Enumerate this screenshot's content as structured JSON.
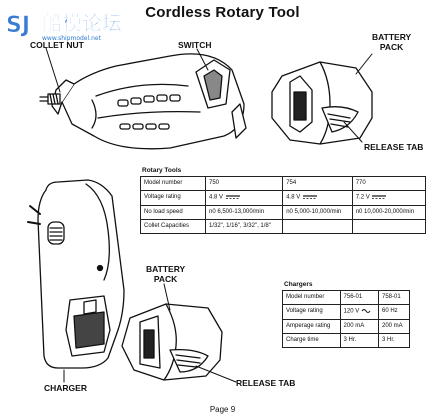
{
  "title": "Cordless Rotary Tool",
  "watermark": {
    "text": "船模论坛",
    "url": "www.shipmodel.net"
  },
  "callouts": {
    "collet_nut": "COLLET NUT",
    "switch": "SWITCH",
    "battery_pack_top": [
      "BATTERY",
      "PACK"
    ],
    "release_tab_top": "RELEASE TAB",
    "battery_pack_bottom": [
      "BATTERY",
      "PACK"
    ],
    "charger": "CHARGER",
    "release_tab_bottom": "RELEASE TAB"
  },
  "rotary_tools": {
    "title": "Rotary Tools",
    "rows": [
      {
        "label": "Model number",
        "values": [
          "750",
          "754",
          "770"
        ]
      },
      {
        "label": "Voltage rating",
        "values": [
          "4.8 V",
          "4.8 V",
          "7.2 V"
        ],
        "symbol": "dc-symbol"
      },
      {
        "label": "No load speed",
        "values": [
          "n0 6,500-13,000/min",
          "n0 5,000-10,000/min",
          "n0 10,000-20,000/min"
        ]
      },
      {
        "label": "Collet Capacities",
        "values": [
          "1/32\", 1/16\", 3/32\", 1/8\"",
          "",
          ""
        ]
      }
    ]
  },
  "chargers": {
    "title": "Chargers",
    "rows": [
      {
        "label": "Model number",
        "values": [
          "756-01",
          "758-01"
        ]
      },
      {
        "label": "Voltage rating",
        "values": [
          "120 V",
          "60 Hz"
        ],
        "symbol": "ac-symbol"
      },
      {
        "label": "Amperage rating",
        "values": [
          "200 mA",
          "200 mA"
        ]
      },
      {
        "label": "Charge time",
        "values": [
          "3 Hr.",
          "3 Hr."
        ]
      }
    ]
  },
  "page_number": "Page 9"
}
